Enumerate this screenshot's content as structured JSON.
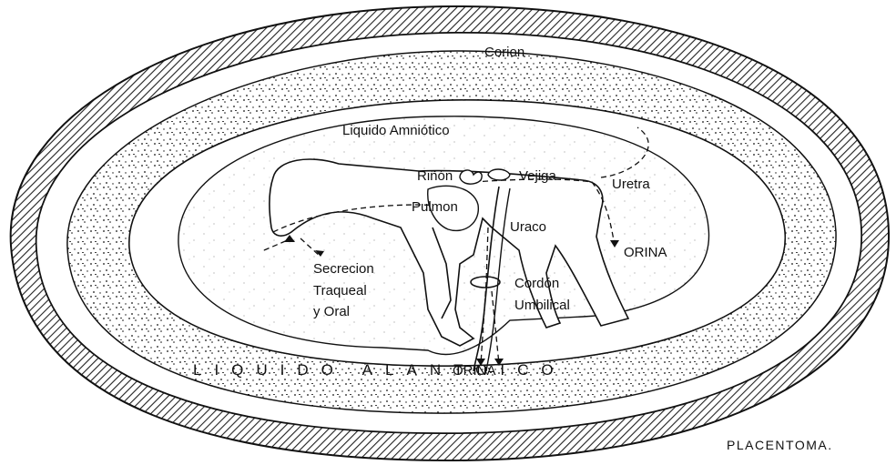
{
  "labels": {
    "corion": "Corion",
    "liquido_amniotico": "Liquido Amniótico",
    "rinon": "Riñón",
    "vejiga": "Vejiga",
    "uretra": "Uretra",
    "pulmon": "Pulmon",
    "uraco": "Uraco",
    "orina_right": "ORINA",
    "secrecion_1": "Secrecion",
    "secrecion_2": "Traqueal",
    "secrecion_3": "y Oral",
    "cordon_1": "Cordón",
    "cordon_2": "Umbilical",
    "orina_bottom": "ORINA",
    "liquido_alantoico": "LIQUIDO ALANTOICO",
    "placentoma": "PLACENTOMA."
  }
}
